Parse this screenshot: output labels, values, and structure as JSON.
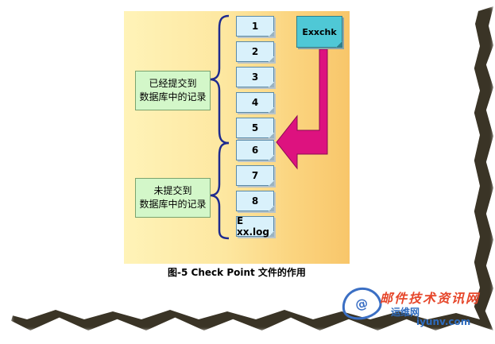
{
  "diagram": {
    "records": [
      "1",
      "2",
      "3",
      "4",
      "5",
      "6",
      "7",
      "8",
      "E xx.log"
    ],
    "committed_label": [
      "已经提交到",
      "数据库中的记录"
    ],
    "uncommitted_label": [
      "未提交到",
      "数据库中的记录"
    ],
    "checkpoint_file": "Exxchk",
    "caption": "图-5 Check Point 文件的作用"
  },
  "colors": {
    "background_gradient_start": "#fff3b8",
    "background_gradient_end": "#f8c66a",
    "record_fill": "#d9f1fb",
    "group_label_fill": "#d3f7c9",
    "checkpoint_fill": "#4fc8d6",
    "arrow_color": "#dd127f",
    "brace_color": "#1d2a8f"
  },
  "watermark": {
    "logo_text": "@",
    "line1": "邮件技术资讯网",
    "line2": "运维网",
    "line3": "iyunv.com"
  }
}
